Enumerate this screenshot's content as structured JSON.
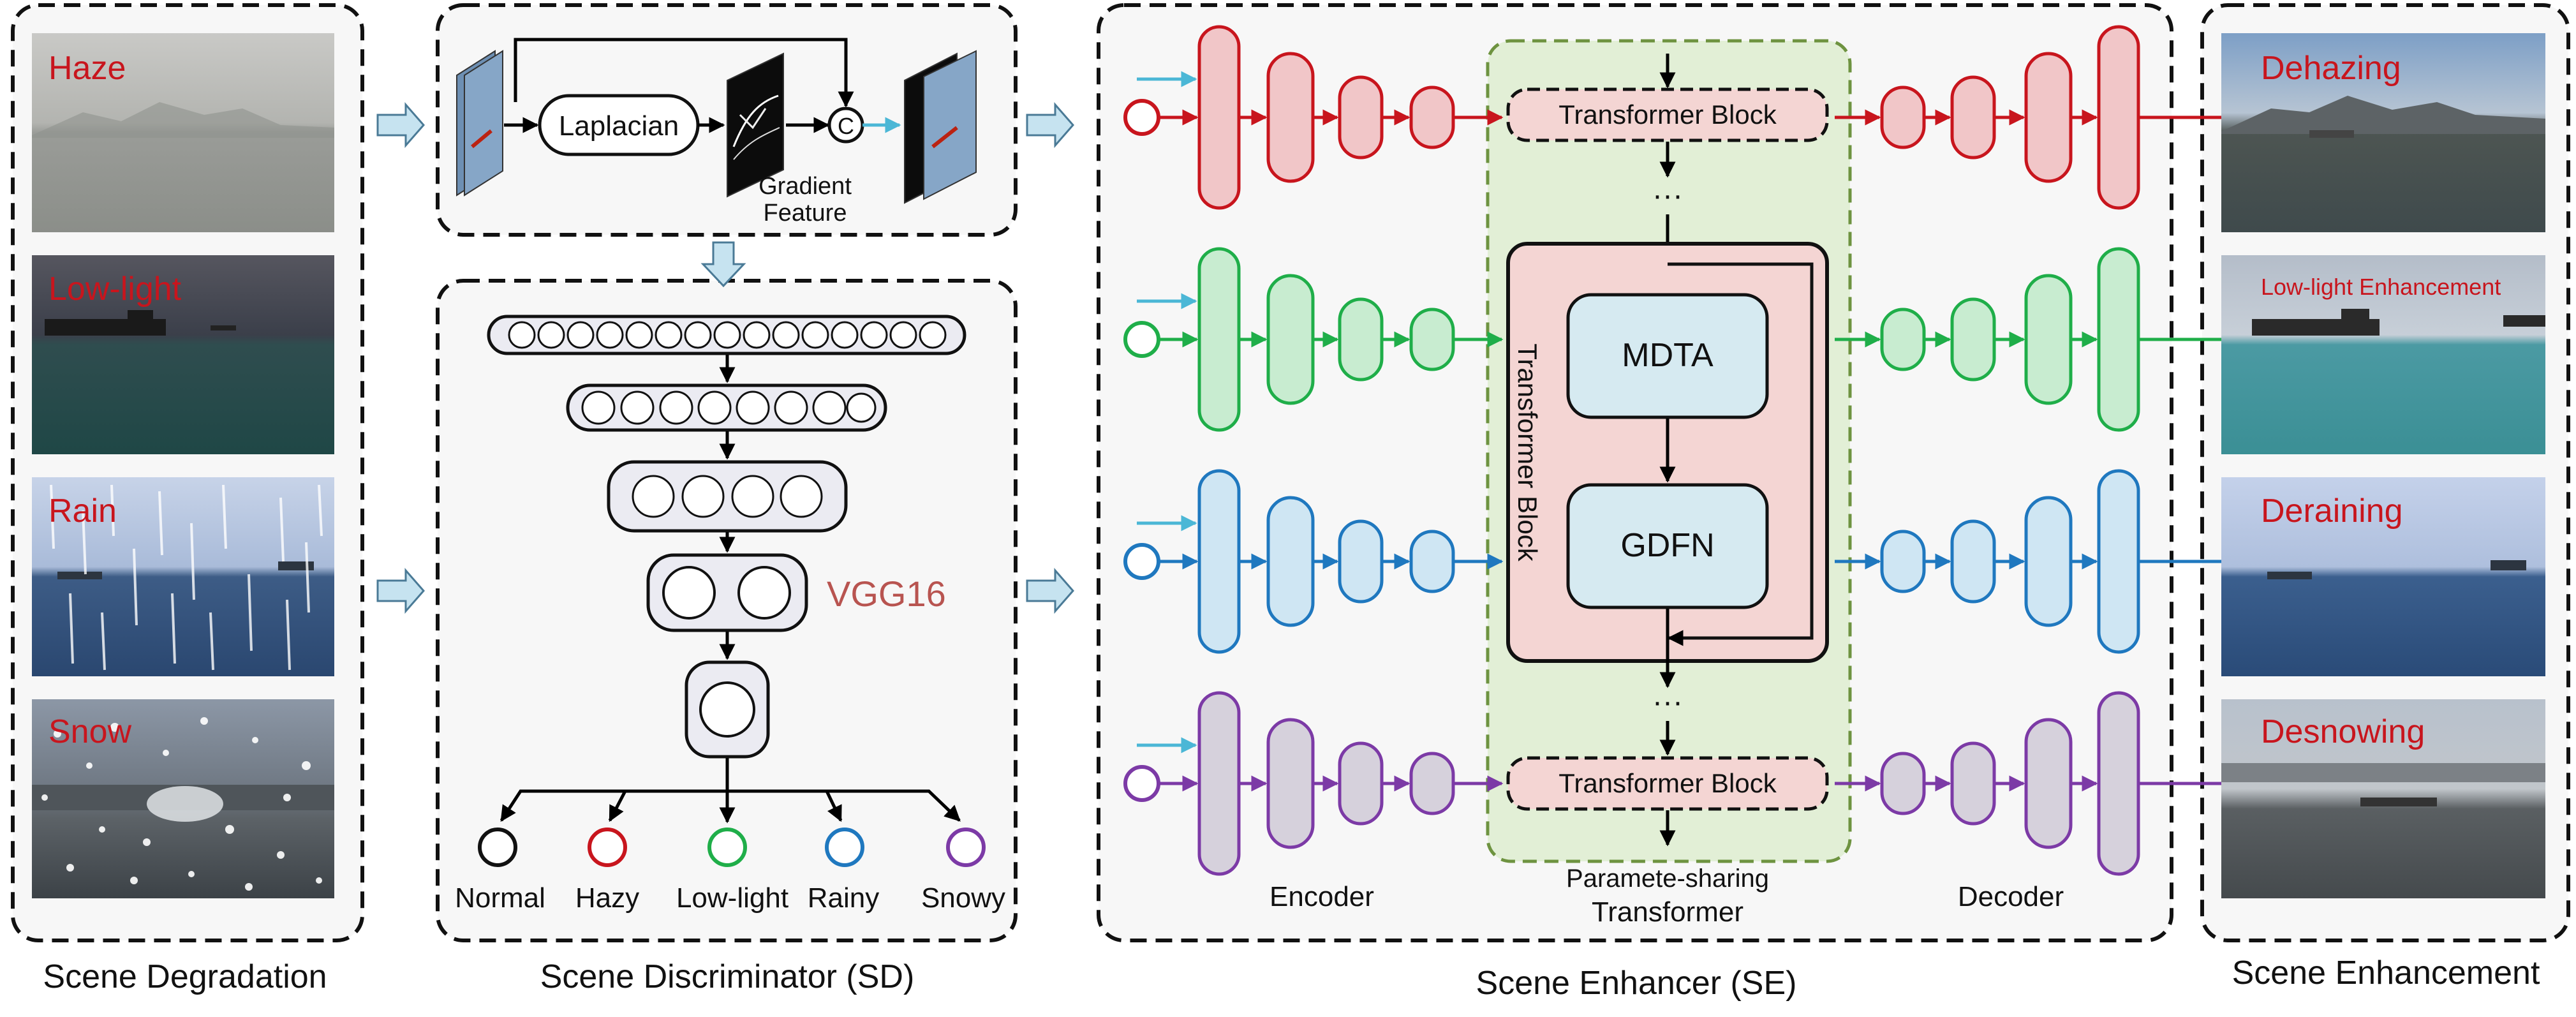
{
  "degradation": {
    "caption": "Scene Degradation",
    "images": [
      "Haze",
      "Low-light",
      "Rain",
      "Snow"
    ]
  },
  "discriminator": {
    "caption": "Scene Discriminator (SD)",
    "laplacian": "Laplacian",
    "concat": "C",
    "gradient_line1": "Gradient",
    "gradient_line2": "Feature",
    "vgg": "VGG16",
    "classes": [
      "Normal",
      "Hazy",
      "Low-light",
      "Rainy",
      "Snowy"
    ]
  },
  "enhancer": {
    "caption": "Scene Enhancer (SE)",
    "encoder": "Encoder",
    "decoder": "Decoder",
    "transformer_block": "Transformer Block",
    "mdta": "MDTA",
    "gdfn": "GDFN",
    "dots": "···",
    "shared_line1": "Paramete-sharing",
    "shared_line2": "Transformer"
  },
  "enhancement": {
    "caption": "Scene Enhancement",
    "images": [
      "Dehazing",
      "Low-light Enhancement",
      "Deraining",
      "Desnowing"
    ]
  },
  "colors": {
    "haze": "#c8151d",
    "lowlight": "#1fae49",
    "rain": "#1f78bf",
    "snow": "#7c3aa6",
    "vgg": "#b85450",
    "cyan": "#4bb7d6"
  }
}
